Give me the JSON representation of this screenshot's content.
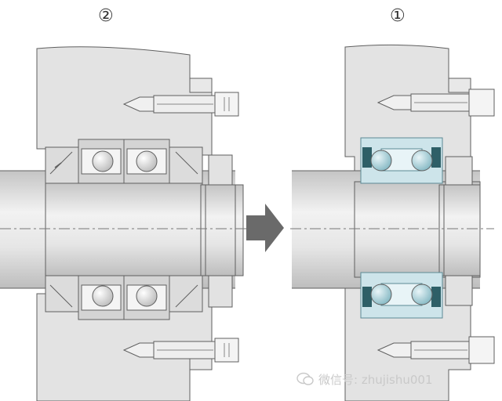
{
  "labels": {
    "left_circle": "②",
    "right_circle": "①"
  },
  "watermark": {
    "text": "微信号: zhujishu001"
  },
  "colors": {
    "housing": "#e3e3e3",
    "housing_edge": "#5f5f5f",
    "shaft": "#d6d6d6",
    "ring": "#cfcfcf",
    "ball": "#dedede",
    "highlight_ring": "#cde4ea",
    "highlight_ball": "#a9cdd6",
    "seal_dark": "#2e5f67",
    "arrow": "#6a6a6a"
  },
  "icons": [
    "transition-arrow-icon",
    "wechat-icon"
  ]
}
